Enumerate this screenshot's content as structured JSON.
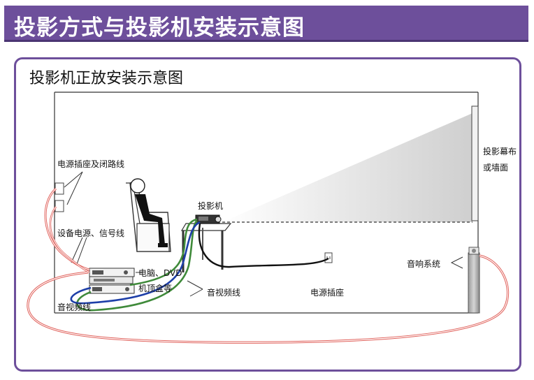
{
  "header": {
    "title": "投影方式与投影机安装示意图"
  },
  "panel": {
    "subtitle": "投影机正放安装示意图"
  },
  "labels": {
    "screen_line1": "投影幕布",
    "screen_line2": "或墙面",
    "outlet_closed_circuit": "电源插座及闭路线",
    "projector": "投影机",
    "equipment_power_signal": "设备电源、信号线",
    "sound_system": "音响系统",
    "pc_dvd": "电脑、DVD",
    "set_top_box": "机顶盒等",
    "av_cable_center": "音视频线",
    "power_outlet": "电源插座",
    "av_cable_left": "音视频线"
  },
  "colors": {
    "header_bg": "#6d4f9b",
    "frame_border": "#6d4f9b",
    "cable_red": "#e0605a",
    "cable_green": "#3f8a3a",
    "cable_blue": "#1e3fa8"
  }
}
